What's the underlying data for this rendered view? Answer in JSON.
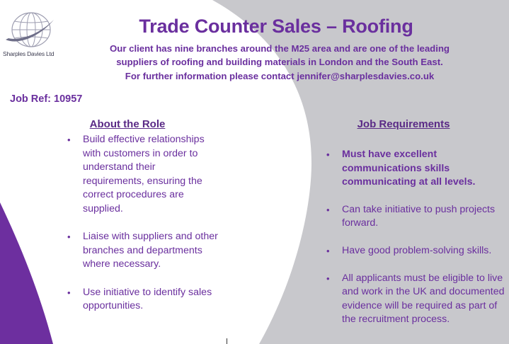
{
  "colors": {
    "accent_purple": "#6a2f9e",
    "heading_purple": "#5a2a86",
    "shape_purple": "#6d2f9f",
    "grey_band": "#c8c8cc"
  },
  "logo": {
    "icon": "globe-swoosh-icon",
    "text": "Sharples Davies Ltd"
  },
  "title": "Trade Counter Sales – Roofing",
  "intro": {
    "line1": "Our client has nine branches around the M25 area and are one of the leading",
    "line2": "suppliers of roofing and building materials in London and the South East.",
    "line3": "For further information please contact jennifer@sharplesdavies.co.uk"
  },
  "job_ref": "Job Ref: 10957",
  "about_role": {
    "heading": "About the Role",
    "bullet": "•",
    "items": [
      "Build effective relationships with customers in order to understand their requirements, ensuring the correct procedures are supplied.",
      "Liaise with suppliers and other branches and departments where necessary.",
      "Use initiative to identify sales opportunities."
    ]
  },
  "job_requirements": {
    "heading": "Job Requirements",
    "bullet": "•",
    "items": [
      "Must have excellent communications skills communicating at all levels.",
      "Can take initiative to push projects forward.",
      "Have good problem-solving skills.",
      "All applicants must be eligible to live and work in the UK and documented evidence will be required as part of the recruitment process."
    ]
  }
}
